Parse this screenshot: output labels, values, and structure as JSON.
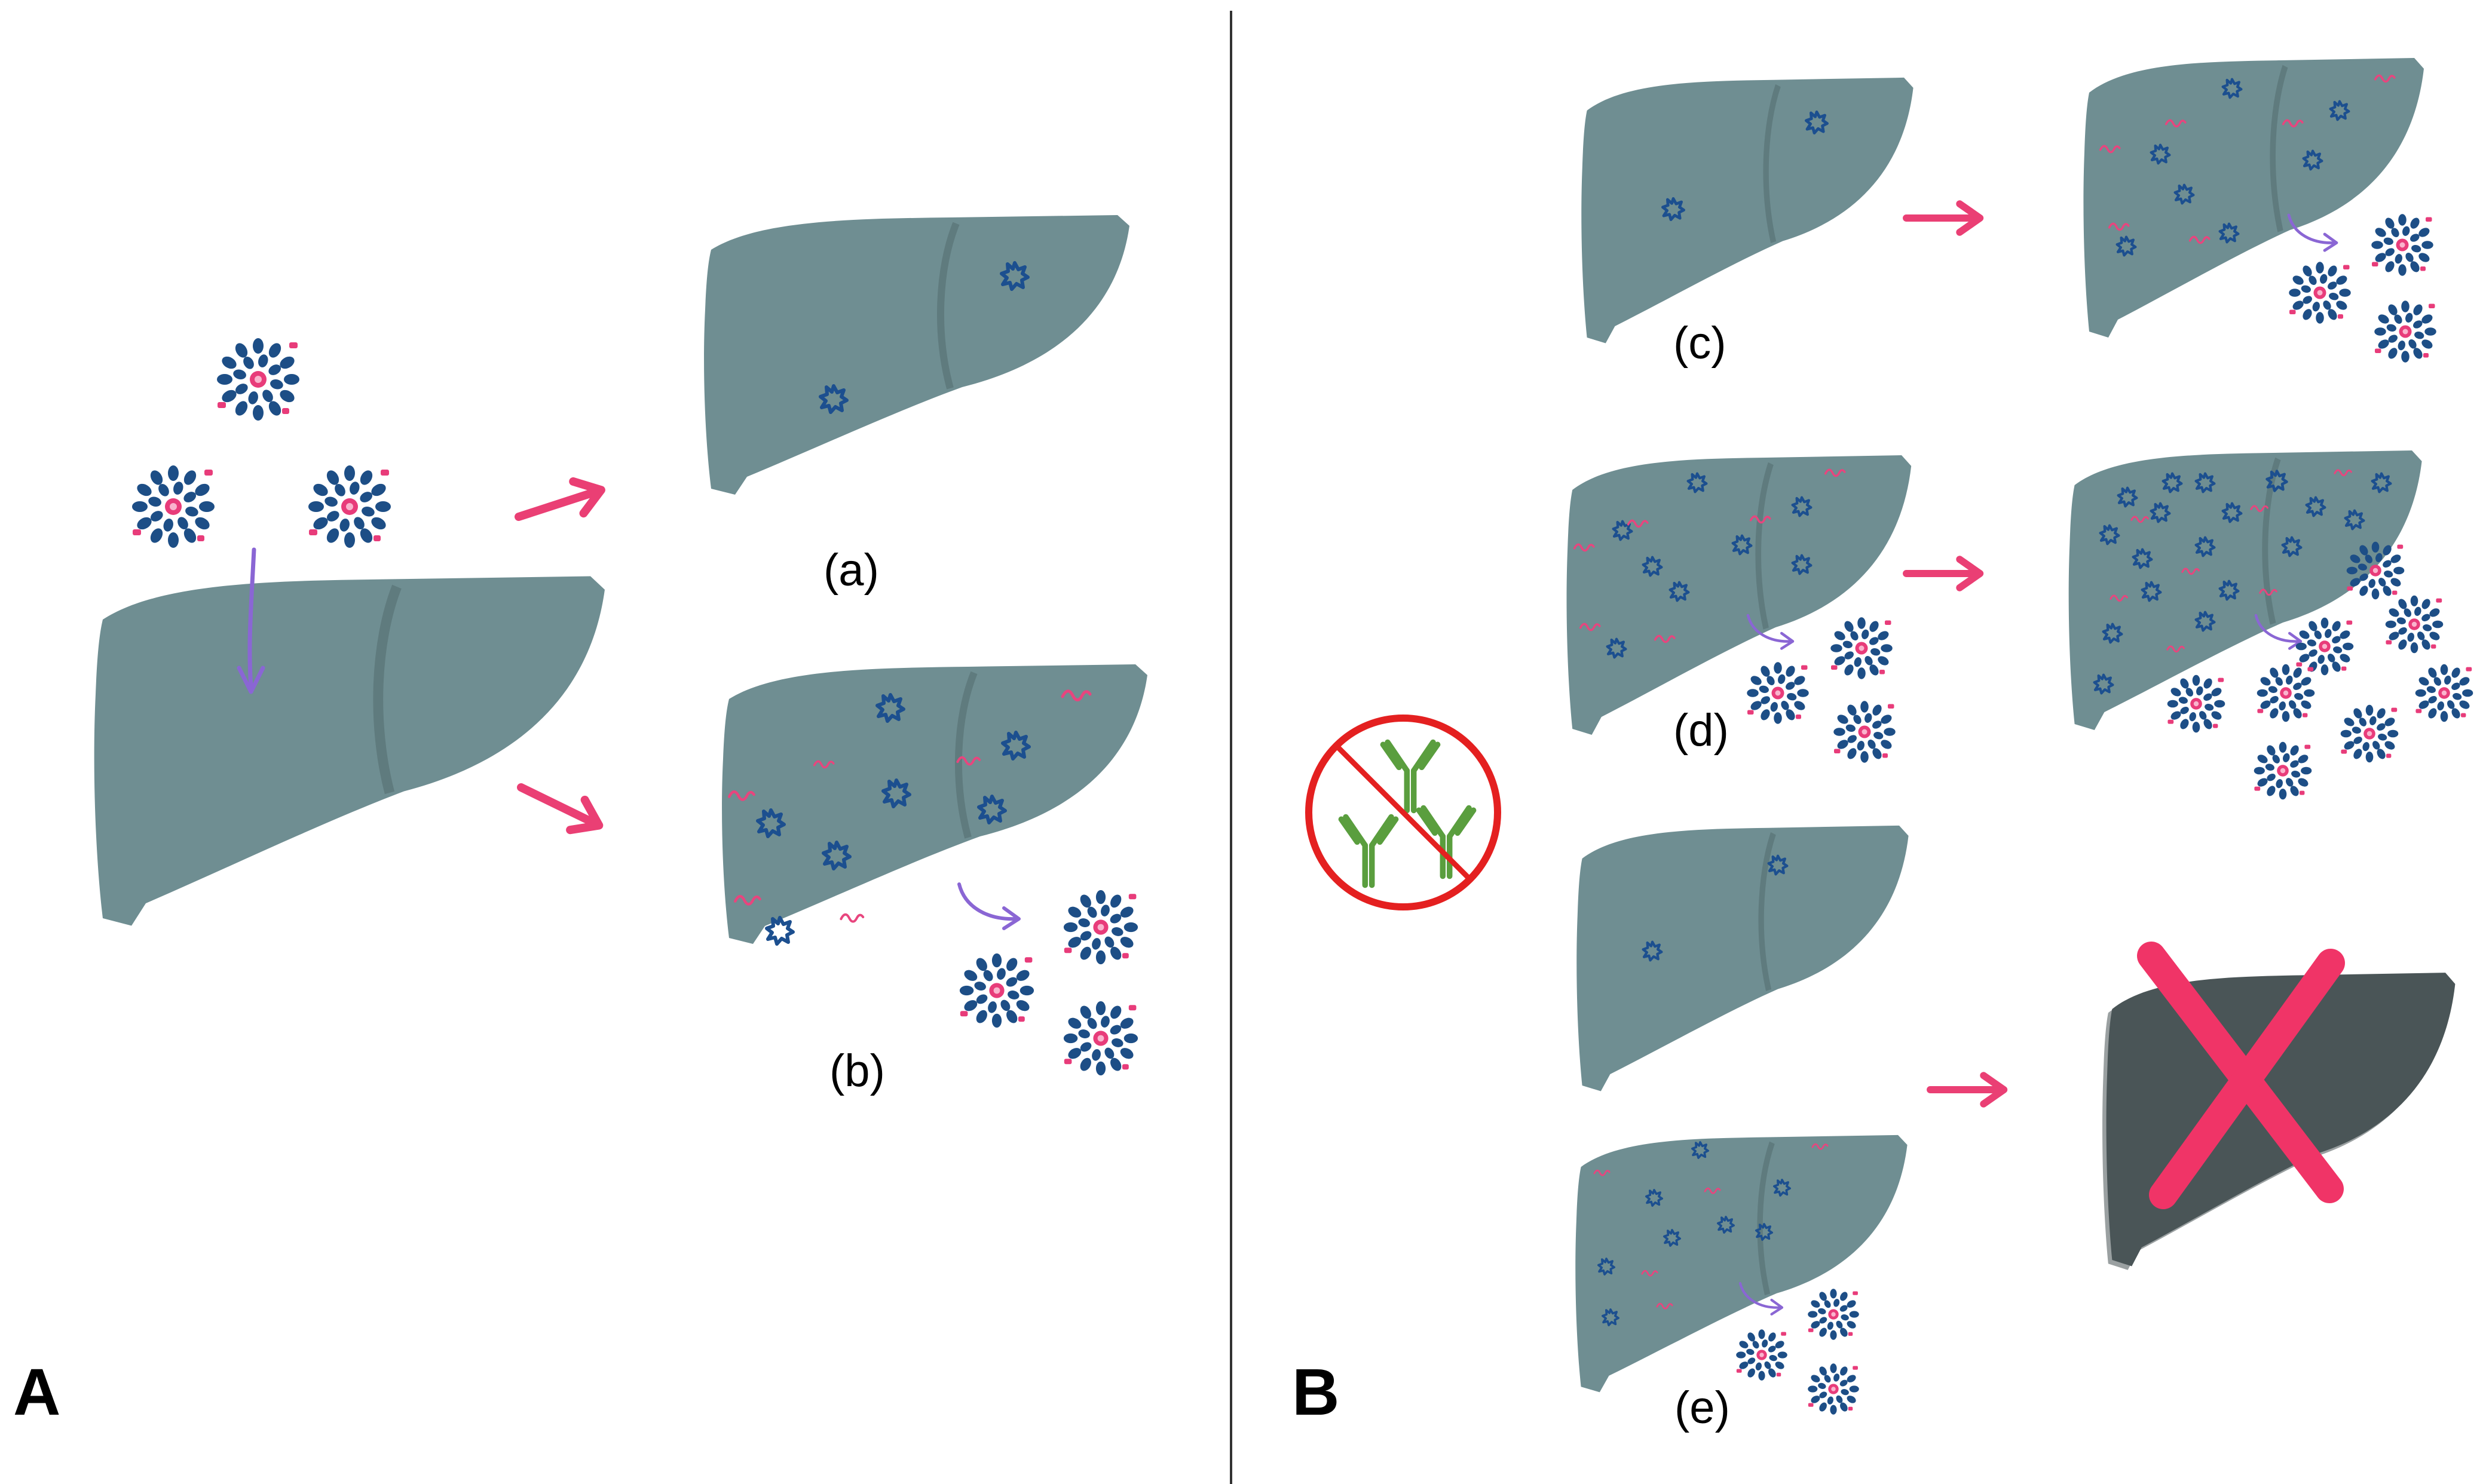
{
  "panels": {
    "A": {
      "letter": "A",
      "labels": {
        "a": "(a)",
        "b": "(b)"
      }
    },
    "B": {
      "letter": "B",
      "labels": {
        "c": "(c)",
        "d": "(d)",
        "e": "(e)"
      }
    }
  },
  "icons": {
    "liver": "liver-icon",
    "liver_failed": "failed-liver-icon",
    "virus": "virus-particle-icon",
    "infected_cell": "infected-hepatocyte-icon",
    "viral_rna": "viral-rna-icon",
    "antibody": "antibody-icon",
    "no_antibodies": "no-antibodies-sign-icon",
    "pink_arrow": "progression-arrow-icon",
    "purple_arrow": "release-arrow-icon",
    "cross": "cross-icon"
  },
  "colors": {
    "liver": "#6f8e92",
    "liver_lobe_line": "#5f7b7e",
    "liver_failed": "#4a5557",
    "infected_cell": "#1c4f8f",
    "virus_petal": "#1d4e86",
    "virus_core": "#e83c7a",
    "rna": "#e8457e",
    "pink_arrow": "#ea3f74",
    "purple_arrow": "#8a66d4",
    "antibody": "#5a9e3e",
    "no_sign": "#e42020",
    "divider": "#333333"
  }
}
